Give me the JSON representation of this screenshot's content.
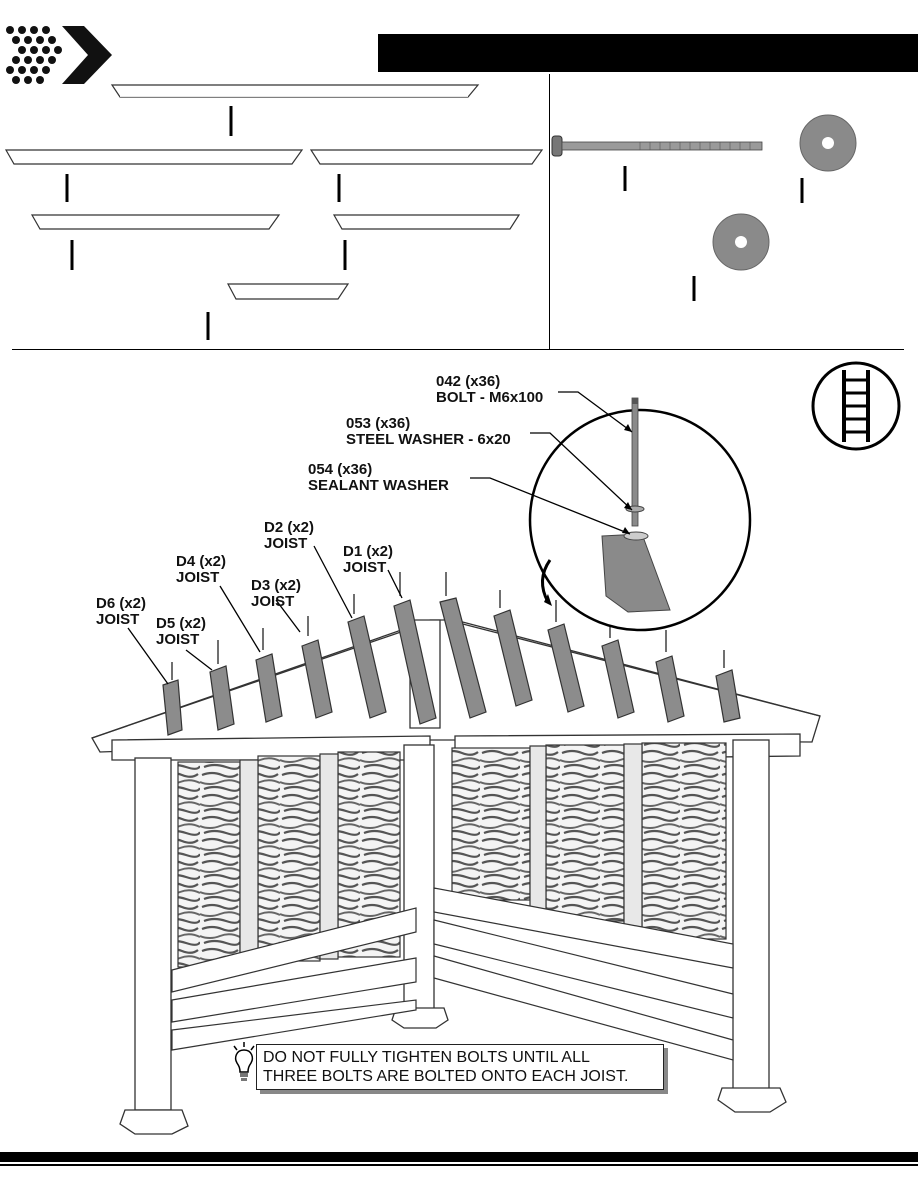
{
  "callouts": {
    "bolt": {
      "code": "042 (x36)",
      "name": "BOLT - M6x100"
    },
    "steel_washer": {
      "code": "053 (x36)",
      "name": "STEEL WASHER - 6x20"
    },
    "sealant_washer": {
      "code": "054 (x36)",
      "name": "SEALANT WASHER"
    },
    "joists": [
      {
        "code": "D1 (x2)",
        "name": "JOIST"
      },
      {
        "code": "D2 (x2)",
        "name": "JOIST"
      },
      {
        "code": "D3 (x2)",
        "name": "JOIST"
      },
      {
        "code": "D4 (x2)",
        "name": "JOIST"
      },
      {
        "code": "D5 (x2)",
        "name": "JOIST"
      },
      {
        "code": "D6 (x2)",
        "name": "JOIST"
      }
    ]
  },
  "note": {
    "line1": "DO NOT FULLY TIGHTEN BOLTS UNTIL ALL",
    "line2": "THREE BOLTS ARE BOLTED ONTO EACH JOIST."
  },
  "icons": {
    "logo": "chevron-dots-logo",
    "tip": "lightbulb-icon",
    "ladder": "ladder-icon"
  }
}
